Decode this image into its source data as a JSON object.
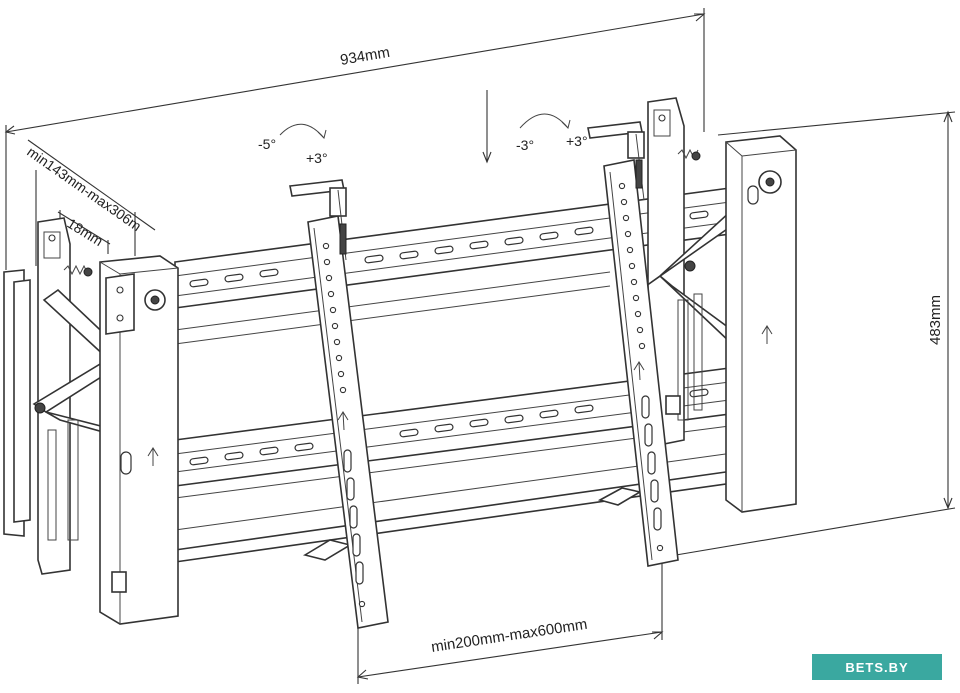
{
  "dimensions": {
    "width": "934mm",
    "height": "483mm",
    "depth_range": "min143mm-max306m",
    "depth": "18mm",
    "vesa_range": "min200mm-max600mm"
  },
  "tilt": {
    "left_minus": "-5°",
    "left_plus": "+3°",
    "right_minus": "-3°",
    "right_plus": "+3°"
  },
  "watermark": {
    "text": "BETS.BY"
  }
}
